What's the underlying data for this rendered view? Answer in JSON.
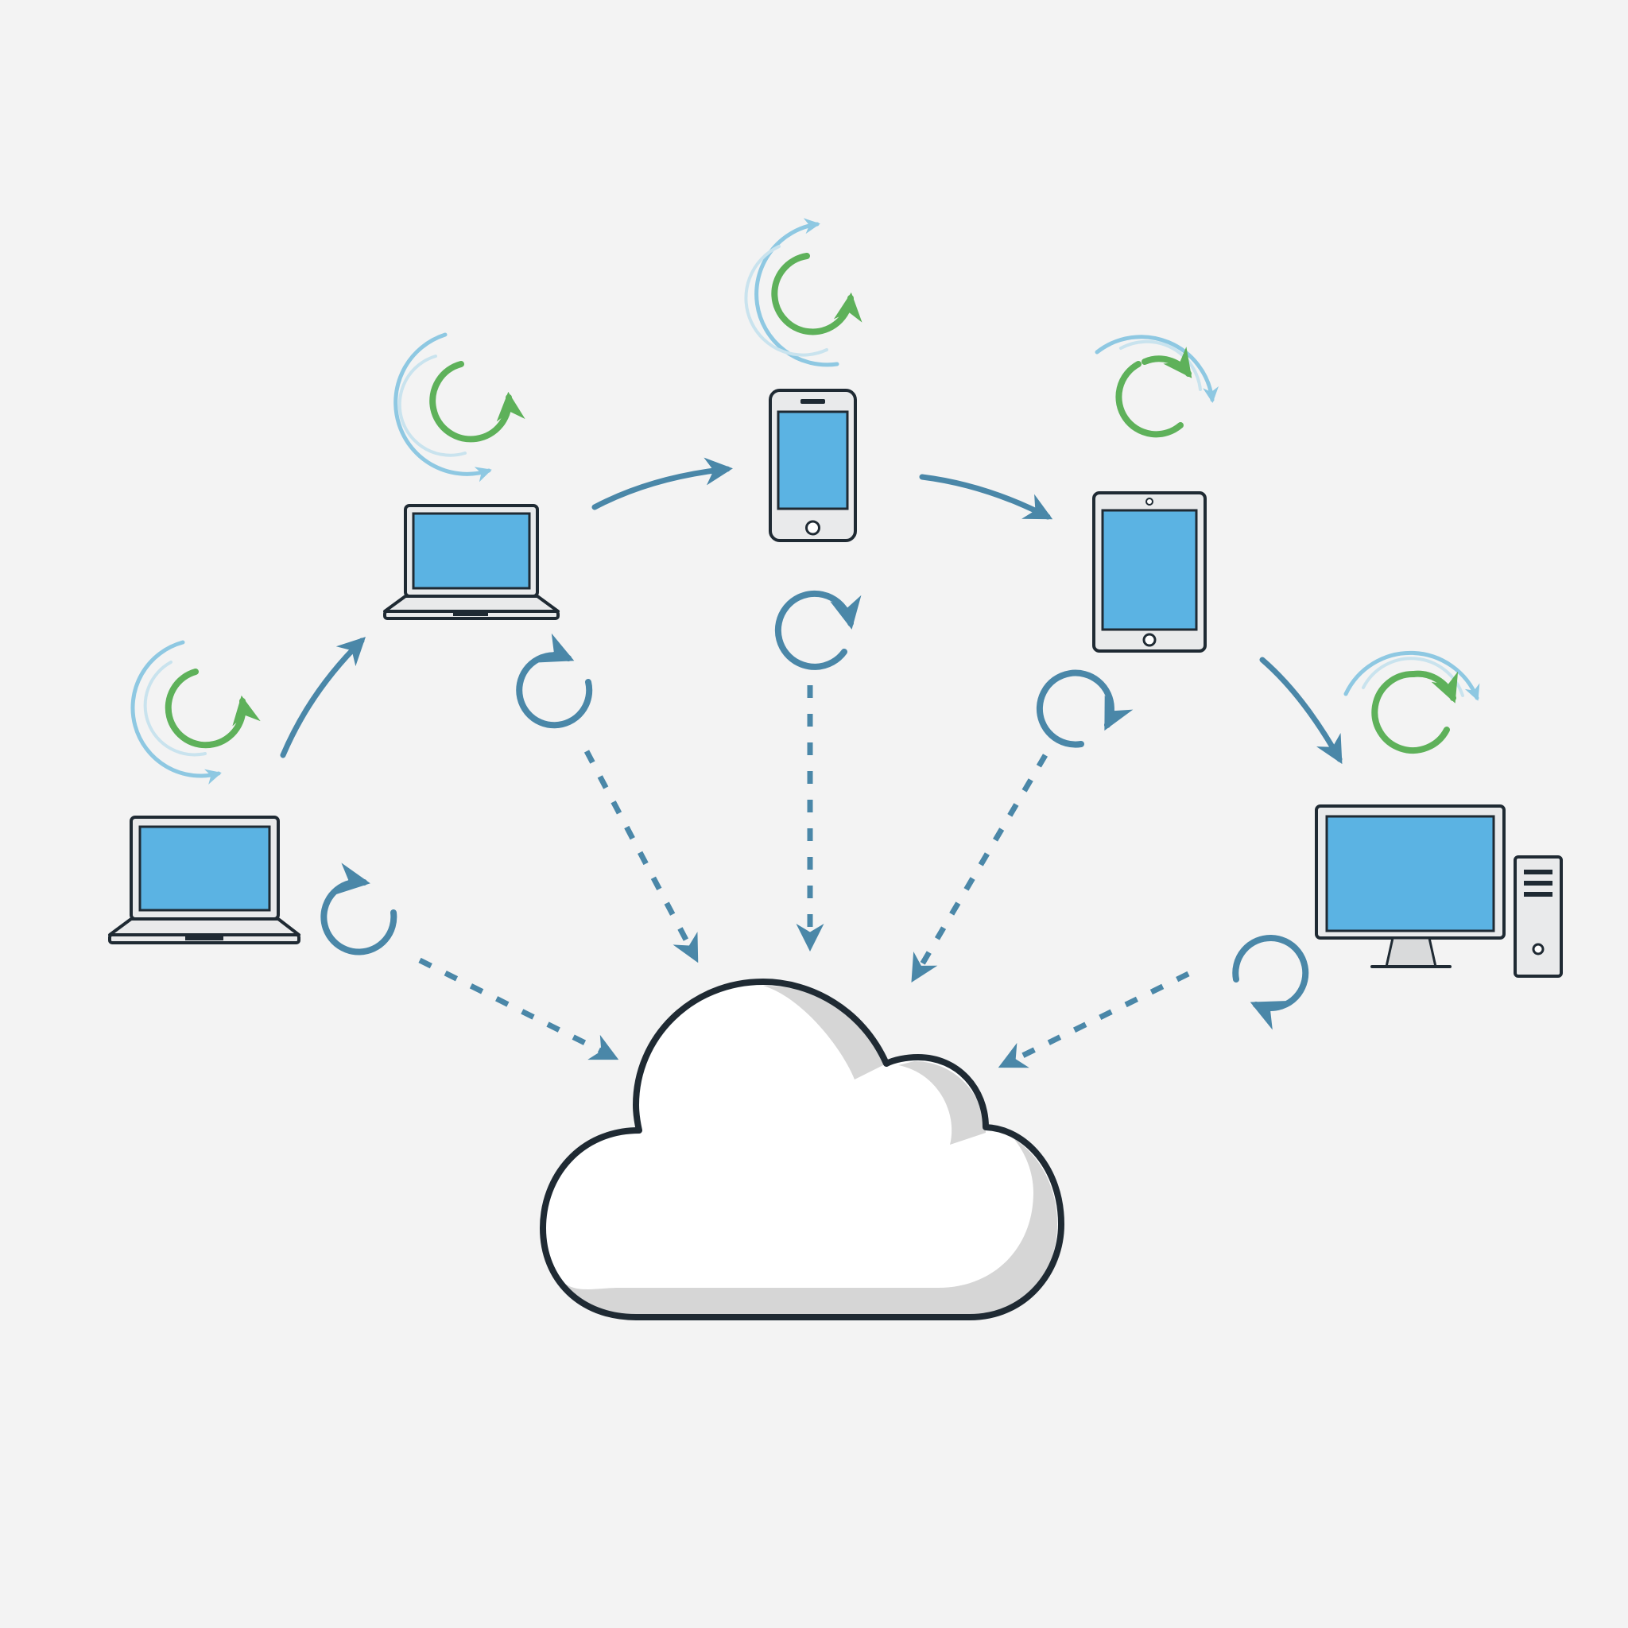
{
  "colors": {
    "background": "#f3f3f3",
    "outline": "#1f2a33",
    "screen_blue": "#5bb3e3",
    "device_body": "#e9eaeb",
    "arrow_blue": "#4a87a8",
    "sync_green": "#5eb15a",
    "sync_light_blue": "#8ec8e2",
    "sync_pale_blue": "#c9e3ee",
    "cloud_fill": "#ffffff",
    "cloud_shadow": "#d6d6d6"
  },
  "hub": {
    "name": "cloud",
    "icon": "cloud-icon"
  },
  "devices": [
    {
      "id": "laptop-left",
      "type": "laptop",
      "icon": "laptop-icon"
    },
    {
      "id": "laptop-upper",
      "type": "laptop",
      "icon": "laptop-icon"
    },
    {
      "id": "smartphone",
      "type": "smartphone",
      "icon": "smartphone-icon"
    },
    {
      "id": "tablet",
      "type": "tablet",
      "icon": "tablet-icon"
    },
    {
      "id": "desktop",
      "type": "desktop-computer",
      "icon": "desktop-computer-icon"
    }
  ],
  "flow_arrows": [
    {
      "from": "laptop-left",
      "to": "laptop-upper",
      "style": "solid"
    },
    {
      "from": "laptop-upper",
      "to": "smartphone",
      "style": "solid"
    },
    {
      "from": "smartphone",
      "to": "tablet",
      "style": "solid"
    },
    {
      "from": "tablet",
      "to": "desktop",
      "style": "solid"
    }
  ],
  "cloud_links": [
    {
      "device": "laptop-left",
      "style": "dashed",
      "direction": "to-cloud"
    },
    {
      "device": "laptop-upper",
      "style": "dashed",
      "direction": "to-cloud"
    },
    {
      "device": "smartphone",
      "style": "dashed",
      "direction": "to-cloud"
    },
    {
      "device": "tablet",
      "style": "dashed",
      "direction": "to-cloud"
    },
    {
      "device": "desktop",
      "style": "dashed",
      "direction": "to-cloud"
    }
  ],
  "sync_badges": [
    {
      "device": "laptop-left",
      "icon": "sync-icon",
      "rings": [
        "green",
        "light-blue"
      ]
    },
    {
      "device": "laptop-upper",
      "icon": "sync-icon",
      "rings": [
        "green",
        "light-blue"
      ]
    },
    {
      "device": "smartphone",
      "icon": "sync-icon",
      "rings": [
        "green",
        "light-blue"
      ]
    },
    {
      "device": "tablet",
      "icon": "sync-icon",
      "rings": [
        "green",
        "light-blue"
      ]
    },
    {
      "device": "desktop",
      "icon": "sync-icon",
      "rings": [
        "green",
        "light-blue"
      ]
    }
  ],
  "refresh_icons": [
    {
      "link": "laptop-left",
      "icon": "refresh-icon"
    },
    {
      "link": "laptop-upper",
      "icon": "refresh-icon"
    },
    {
      "link": "smartphone",
      "icon": "refresh-icon"
    },
    {
      "link": "tablet",
      "icon": "refresh-icon"
    },
    {
      "link": "desktop",
      "icon": "refresh-icon"
    }
  ]
}
